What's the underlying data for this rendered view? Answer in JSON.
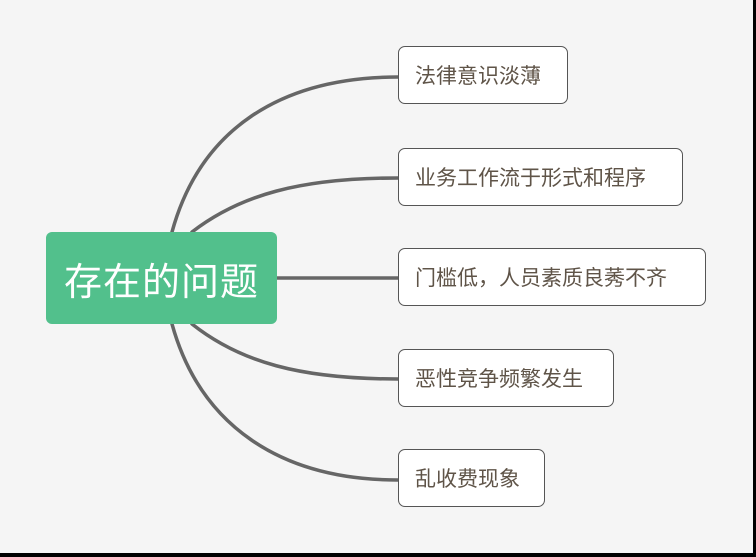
{
  "colors": {
    "background": "#f5f5f5",
    "center_fill": "#52c08c",
    "center_text": "#ffffff",
    "topic_text": "#5f5448",
    "topic_border": "#555555",
    "line": "#666666"
  },
  "mindmap": {
    "central_topic": "存在的问题",
    "branches": [
      {
        "label": "法律意识淡薄"
      },
      {
        "label": "业务工作流于形式和程序"
      },
      {
        "label": "门槛低，人员素质良莠不齐"
      },
      {
        "label": "恶性竞争频繁发生"
      },
      {
        "label": "乱收费现象"
      }
    ]
  }
}
